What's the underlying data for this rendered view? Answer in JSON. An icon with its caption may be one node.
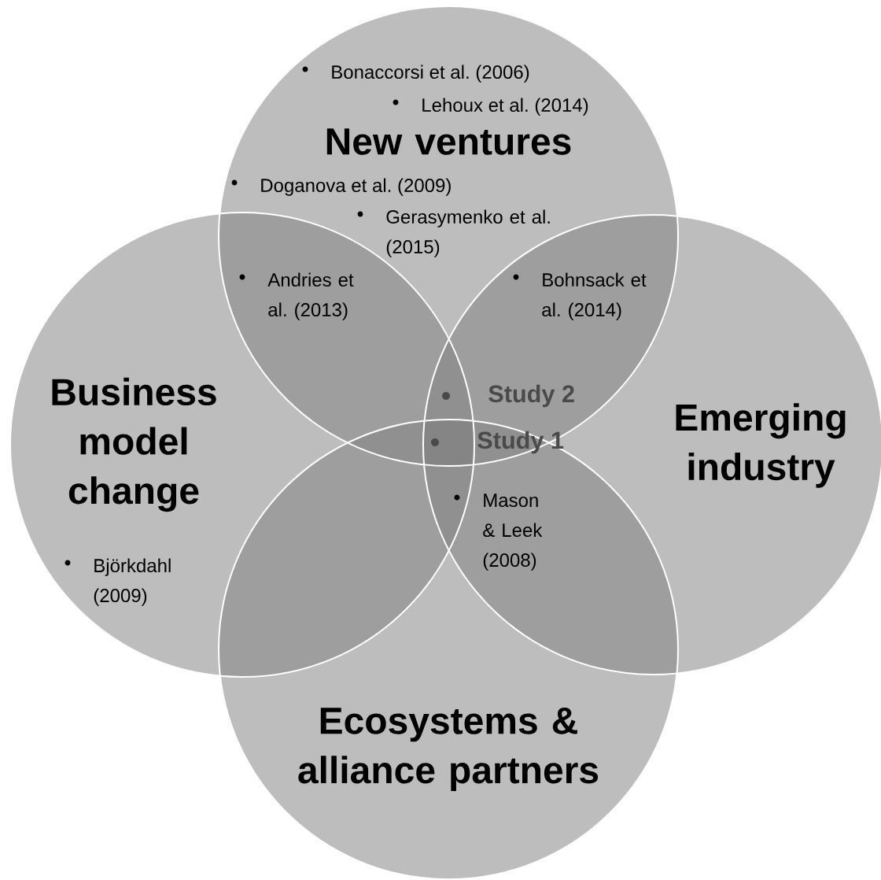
{
  "diagram": {
    "nodes": [
      {
        "text": [
          "Bonaccorsi et al. (2006)",
          "Lehoux et al. (2014)",
          "New ventures",
          "Doganova et al. (2009)",
          "Gerasymenko et al. (2015)"
        ]
      },
      {
        "text": [
          "Business model change",
          "Björkdahl (2009)"
        ]
      },
      {
        "text": [
          "Emerging industry"
        ]
      },
      {
        "text": [
          "Ecosystems & alliance partners"
        ]
      }
    ],
    "labels": [
      "Andries et al. (2013)",
      "Bohnsack et al. (2014)",
      "Study 2",
      "Study 1",
      "Mason & Leek (2008)"
    ]
  }
}
